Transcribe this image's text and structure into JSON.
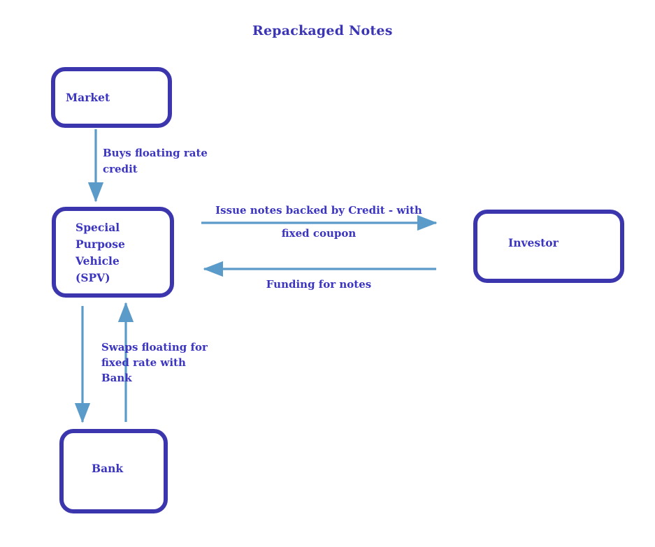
{
  "title": "Repackaged Notes",
  "palette": {
    "text_blue": "#3b35c0",
    "box_border": "#3b36ad",
    "arrow_blue": "#5b9bc9",
    "background": "#ffffff"
  },
  "nodes": {
    "market": {
      "label": "Market"
    },
    "spv": {
      "line1": "Special",
      "line2": "Purpose",
      "line3": "Vehicle",
      "line4": "(SPV)"
    },
    "investor": {
      "label": "Investor"
    },
    "bank": {
      "label": "Bank"
    }
  },
  "edges": {
    "market_to_spv": {
      "line1": "Buys floating rate",
      "line2": "credit"
    },
    "spv_to_investor": {
      "line1": "Issue notes backed by Credit - with",
      "line2": "fixed coupon"
    },
    "investor_to_spv": {
      "line1": "Funding for notes"
    },
    "spv_bank_swap": {
      "line1": "Swaps floating for",
      "line2": "fixed rate with",
      "line3": "Bank"
    }
  }
}
